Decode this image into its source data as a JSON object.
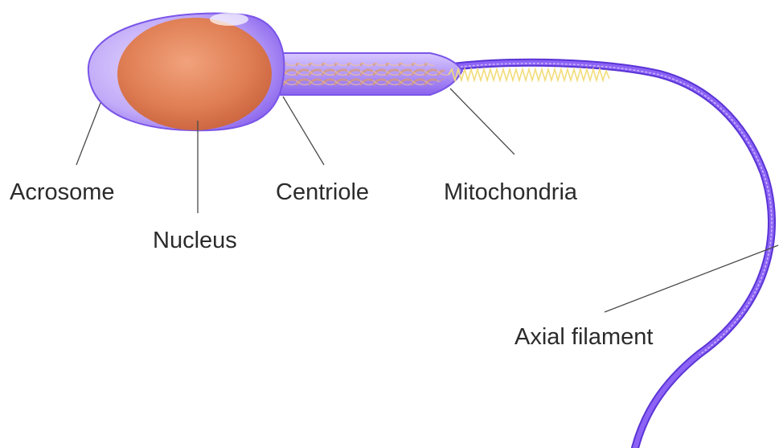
{
  "labels": {
    "acrosome": "Acrosome",
    "nucleus": "Nucleus",
    "centriole": "Centriole",
    "mitochondria": "Mitochondria",
    "axial_filament": "Axial filament"
  },
  "colors": {
    "membrane": "#b69cf5",
    "membrane_dark": "#7a55e8",
    "nucleus": "#e2865e",
    "tail": "#7d4ff0",
    "helix": "#f3dc7a",
    "leader_line": "#4a4a4a",
    "text": "#2b2b2b"
  }
}
